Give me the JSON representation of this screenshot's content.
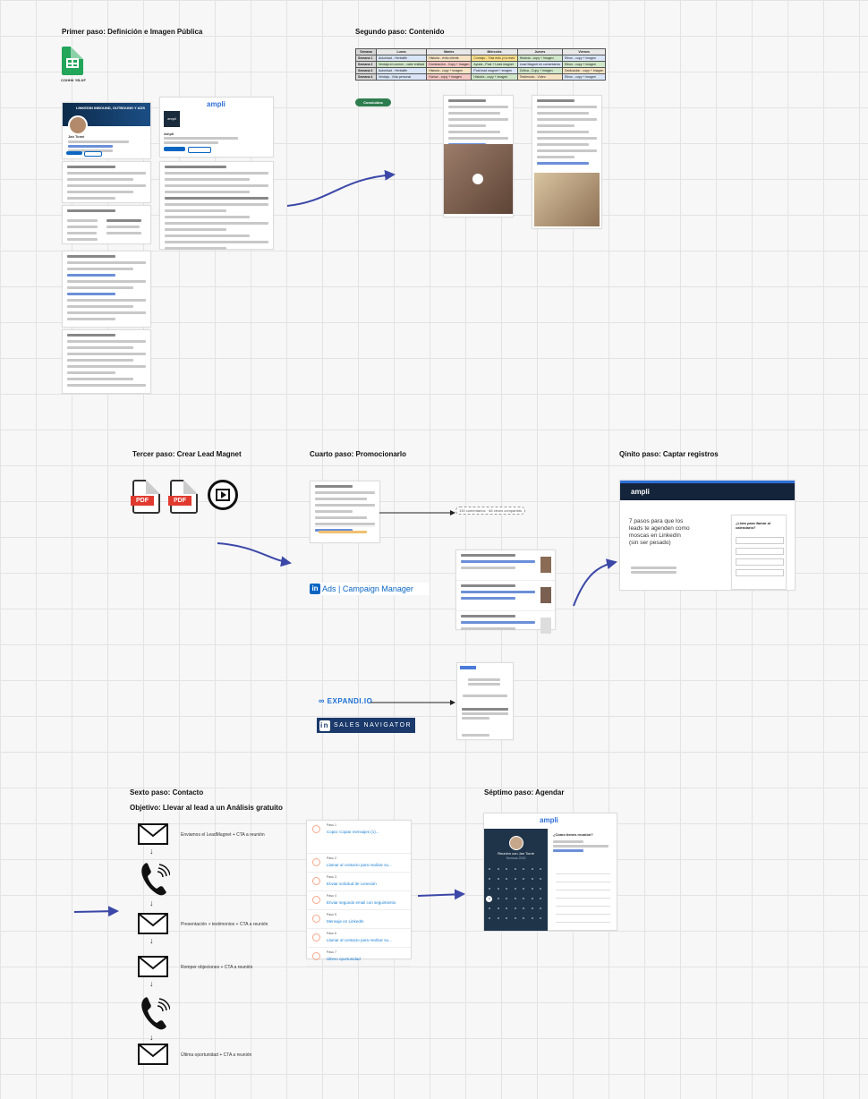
{
  "steps": {
    "s1": "Primer paso: Definición e Imagen Pública",
    "s2": "Segundo paso: Contenido",
    "s3": "Tercer paso: Crear Lead Magnet",
    "s4": "Cuarto paso: Promocionarlo",
    "s5": "Qinito paso: Captar registros",
    "s6": "Sexto paso: Contacto",
    "s6_obj": "Objetivo: Llevar al lead a un Análisis gratuito",
    "s7": "Séptimo paso: Agendar"
  },
  "sheet_label": "COHHK YB-KF",
  "linkedin_banner": "LINKEDIN INBOUND, OUTBOUND Y ADS",
  "profile_name": "Jan Tomé",
  "ampli": "ampli",
  "page_name": "Ampli",
  "schedule": {
    "headers": [
      "Semana",
      "Lunes",
      "Martes",
      "Miércoles",
      "Jueves",
      "Viernes"
    ],
    "rows": [
      {
        "week": "Semana 1",
        "cells": [
          "Autoridad - Herbalife",
          "Historia - éxito cliente",
          "Consejo - 'Haz esto y no esto'",
          "Historia - copy + imagen",
          "Ethos - copy + imagen"
        ],
        "colors": [
          "#d9e5f7",
          "#f6e3c4",
          "#ffe08a",
          "#cfe6c8",
          "#d9e5f7"
        ]
      },
      {
        "week": "Semana 2",
        "cells": [
          "Ventaja en común - valor entidad",
          "Dominación - Copy + imagen",
          "Ayuda - Post + Lead magnet",
          "Lead Magnet en comentarios",
          "Ethos - copy + imagen"
        ],
        "colors": [
          "#cfe6c8",
          "#f4c7c3",
          "#cfe6c8",
          "#d9e5f7",
          "#cfe6c8"
        ]
      },
      {
        "week": "Semana 3",
        "cells": [
          "Autoridad - Herbalife",
          "Historia - copy + imagen",
          "Post lead magnet + imagen",
          "Crítica - Copy + imagen",
          "Dedicación - copy + imagen"
        ],
        "colors": [
          "#d9e5f7",
          "#f6e3c4",
          "#d9e5f7",
          "#cfe6c8",
          "#f6e3c4"
        ]
      },
      {
        "week": "Semana 4",
        "cells": [
          "Ventaja - Vida personal",
          "Humor - copy + imagen",
          "Historia - copy + imagen",
          "Testimonio - Vídeo",
          "Ethos - copy + imagen"
        ],
        "colors": [
          "#d9e5f7",
          "#f4c7c3",
          "#cfe6c8",
          "#f6e3c4",
          "#d9e5f7"
        ]
      }
    ]
  },
  "pill_label": "Concluidos",
  "ads_text": "Ads | Campaign Manager",
  "expandi": "EXPANDI.IO",
  "sales_nav": "SALES NAVIGATOR",
  "comments_label": "130 comentarios · 66 veces compartido",
  "landing": {
    "headline": "7 pasos para que los leads te agenden como moscas en LinkedIn (sin ser pesado)",
    "form_title": "¿Listo para llamar al calendario?"
  },
  "pdf_label": "PDF",
  "contact_flow": [
    {
      "type": "email",
      "label": "Enviamos el LeadMagnet + CTA a reunión"
    },
    {
      "type": "call",
      "label": ""
    },
    {
      "type": "email",
      "label": "Presentación + testimonios + CTA a reunión"
    },
    {
      "type": "email",
      "label": "Romper objeciones + CTA a reunión"
    },
    {
      "type": "call",
      "label": ""
    },
    {
      "type": "email",
      "label": "Última oportunidad + CTA a reunión"
    }
  ],
  "sequence": [
    {
      "step": "Paso 1",
      "action": "Copia: Copiar mensajes (1)..."
    },
    {
      "step": "Paso 2",
      "action": "Llamar al contacto para realizar su..."
    },
    {
      "step": "Paso 3",
      "action": "Enviar solicitud de conexión"
    },
    {
      "step": "Paso 4",
      "action": "Enviar segundo email con seguimiento"
    },
    {
      "step": "Paso 5",
      "action": "Mensaje en LinkedIn"
    },
    {
      "step": "Paso 6",
      "action": "Llamar al contacto para realizar su..."
    },
    {
      "step": "Paso 7",
      "action": "Último oportunidad"
    }
  ],
  "calendar": {
    "title": "Reunión con Jan Tomé",
    "month": "Semana 2025",
    "form_title": "¿Cómo tienes reunión?"
  }
}
